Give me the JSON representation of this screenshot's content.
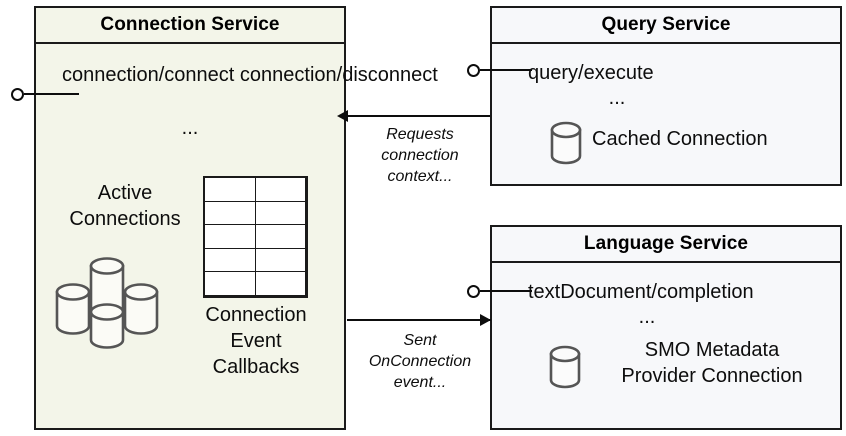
{
  "diagram": {
    "title": "SQL Tools Service architecture - connection flow",
    "colors": {
      "connection_service_fill": "#f3f5e9",
      "service_fill": "#f7f8fa",
      "stroke": "#1a1a1a",
      "cylinder_stroke": "#555555"
    }
  },
  "connection_service": {
    "title": "Connection Service",
    "operations": "connection/connect\nconnection/disconnect",
    "ellipsis": "...",
    "active_connections_label": "Active\nConnections",
    "active_connections_icon": "database-cluster-icon",
    "callbacks_label": "Connection\nEvent\nCallbacks",
    "callbacks_icon": "table-grid-icon",
    "lollipop": "provided-interface-lollipop"
  },
  "query_service": {
    "title": "Query Service",
    "operations": "query/execute",
    "ellipsis": "...",
    "artifact_label": "Cached Connection",
    "artifact_icon": "database-cylinder-icon",
    "lollipop": "provided-interface-lollipop"
  },
  "language_service": {
    "title": "Language Service",
    "operations": "textDocument/completion",
    "ellipsis": "...",
    "artifact_label": "SMO Metadata\nProvider Connection",
    "artifact_icon": "database-cylinder-icon",
    "lollipop": "provided-interface-lollipop"
  },
  "connectors": [
    {
      "name": "query-to-connection",
      "label": "Requests\nconnection\ncontext...",
      "direction": "left"
    },
    {
      "name": "connection-to-language",
      "label": "Sent\nOnConnection\nevent...",
      "direction": "right"
    }
  ]
}
